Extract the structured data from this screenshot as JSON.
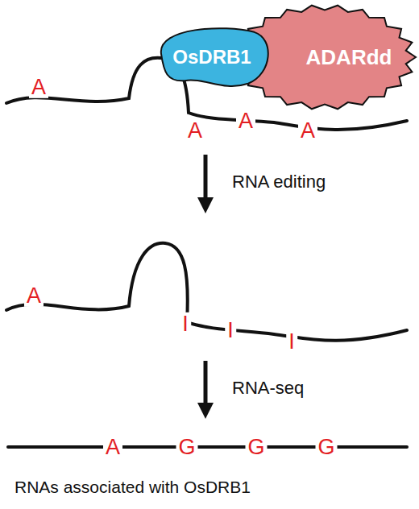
{
  "diagram": {
    "caption": "RNAs associated with OsDRB1",
    "nodes": [
      {
        "text": [
          "OsDRB1"
        ]
      },
      {
        "text": [
          "ADARdd"
        ]
      }
    ],
    "labels": [
      "A",
      "A",
      "A",
      "A",
      "A",
      "I",
      "I",
      "I",
      "A",
      "G",
      "G",
      "G",
      "RNA editing",
      "RNA-seq"
    ]
  }
}
